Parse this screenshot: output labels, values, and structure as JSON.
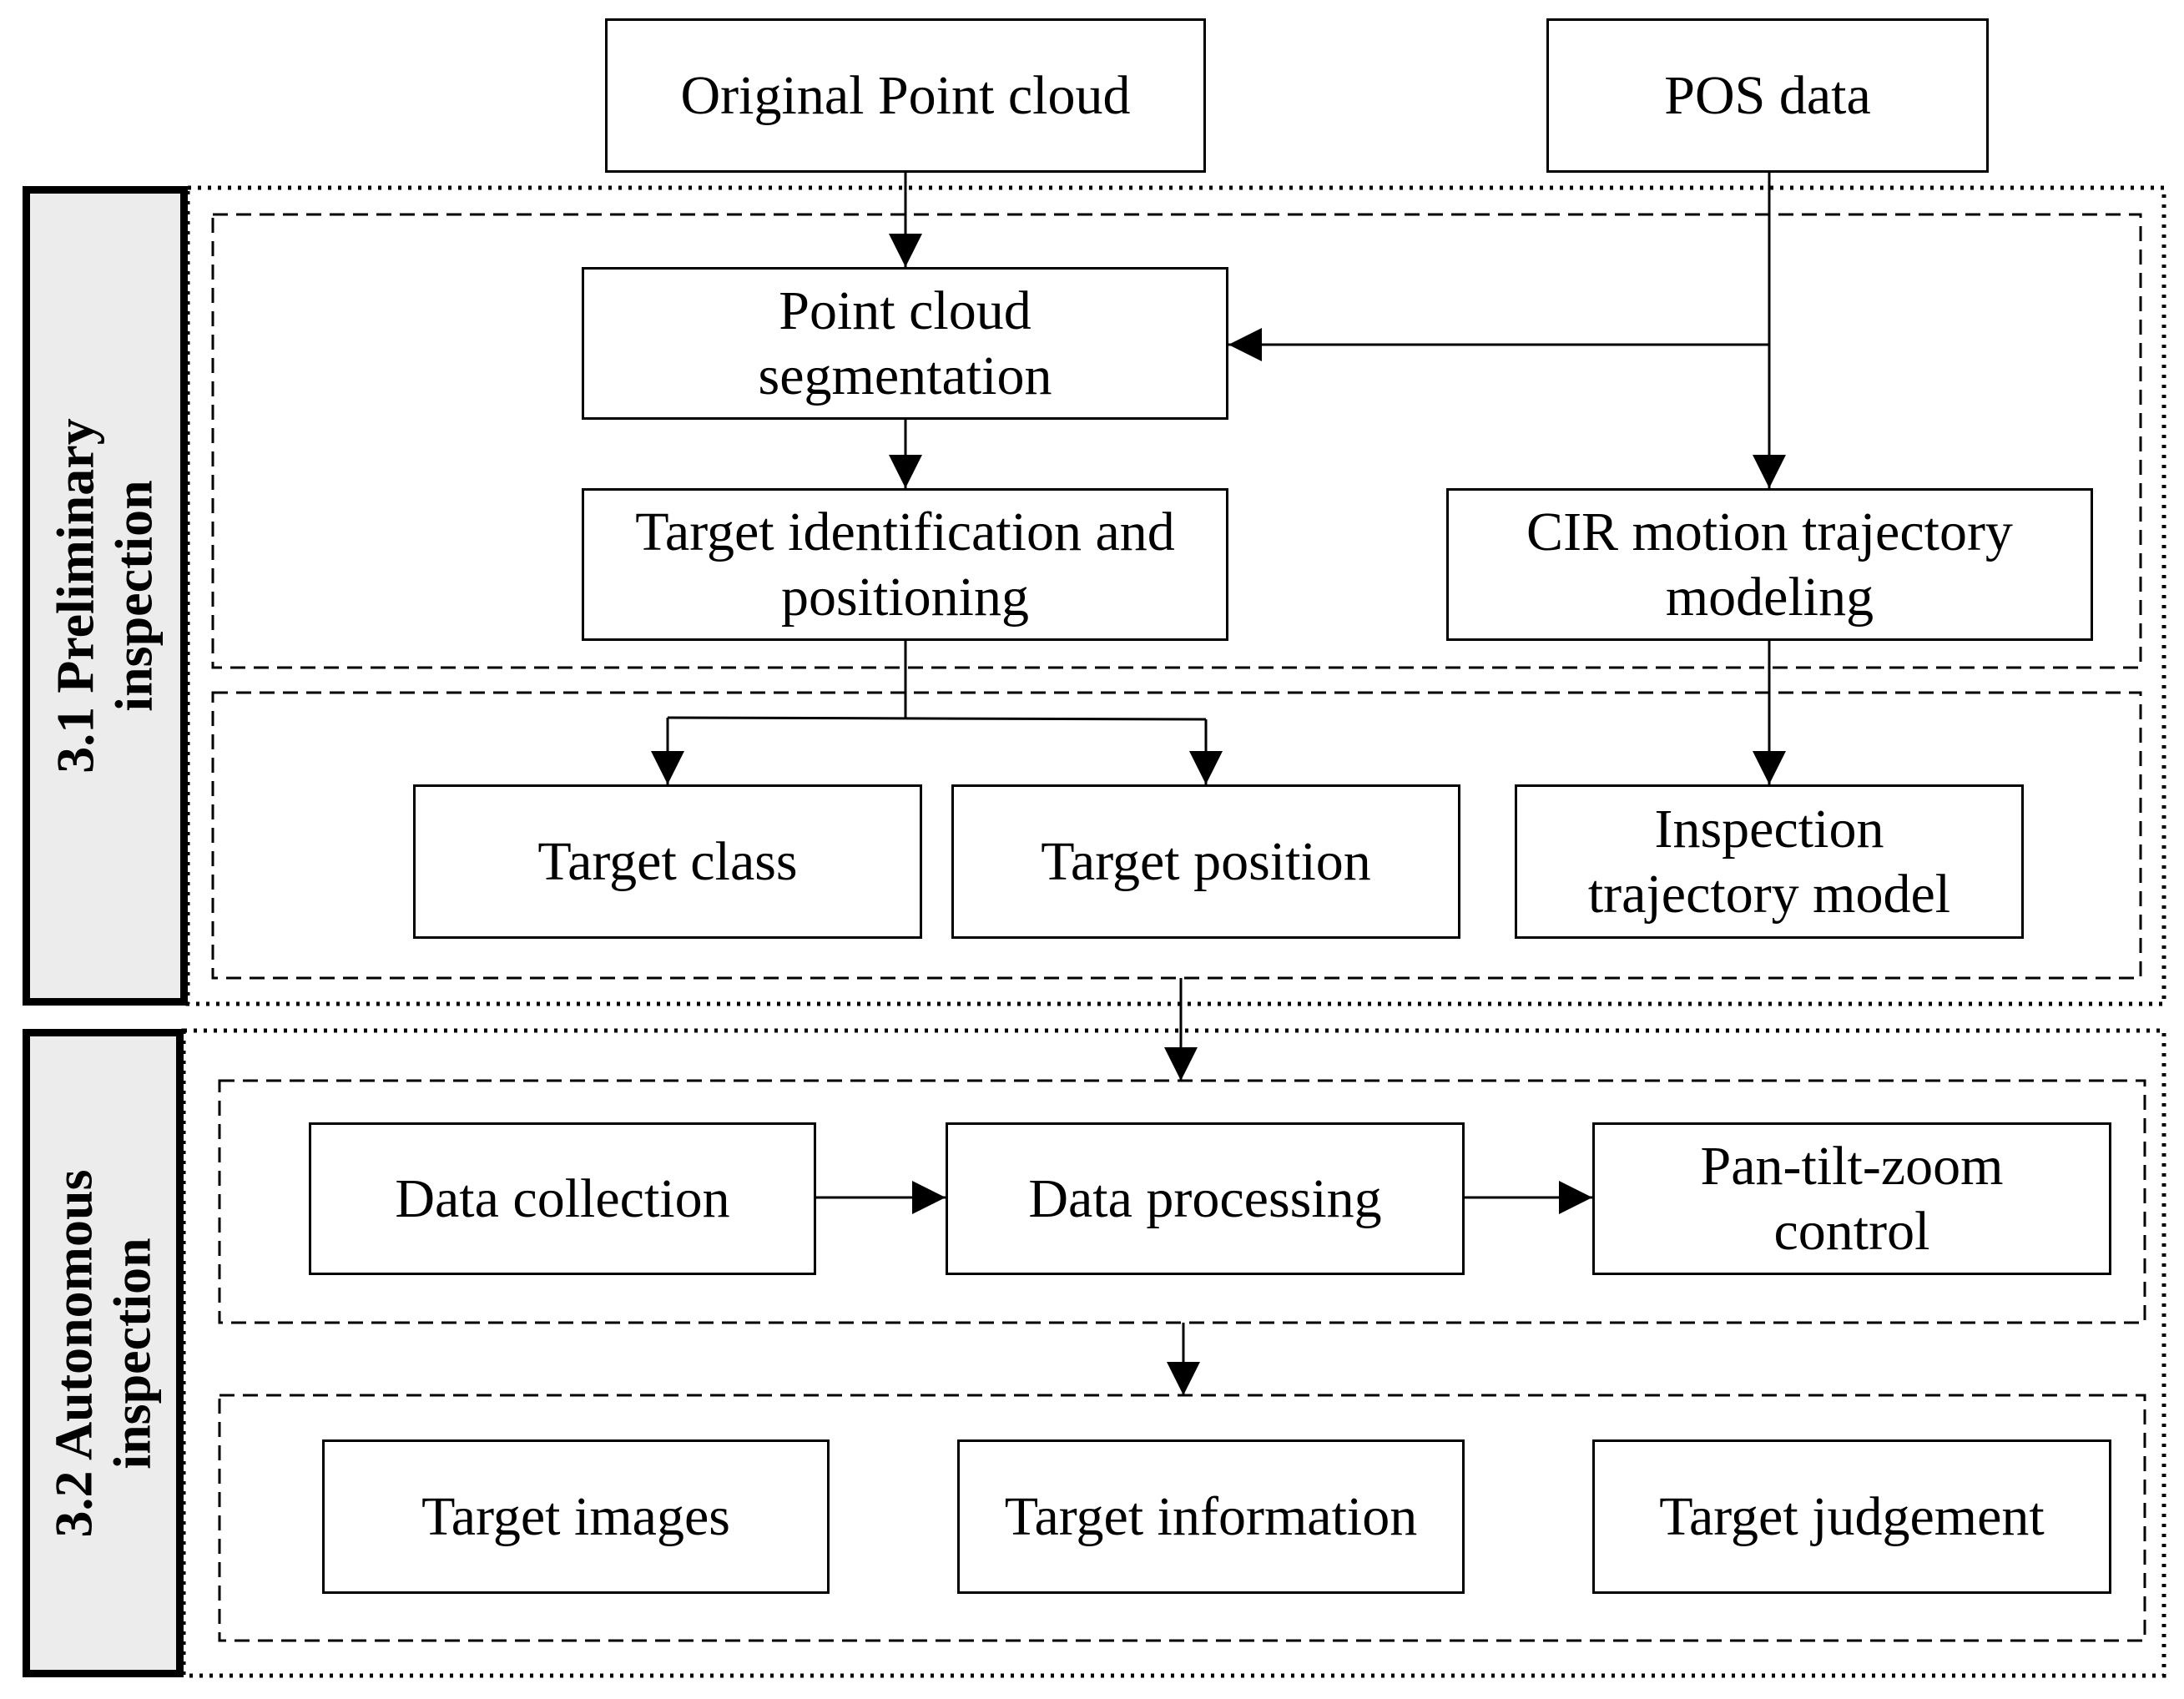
{
  "nodes": {
    "original_point_cloud": "Original Point cloud",
    "pos_data": "POS data",
    "point_cloud_segmentation": "Point cloud\nsegmentation",
    "target_identification": "Target identification and\npositioning",
    "cir_motion_modeling": "CIR motion trajectory\nmodeling",
    "target_class": "Target class",
    "target_position": "Target position",
    "inspection_trajectory_model": "Inspection\ntrajectory model",
    "data_collection": "Data collection",
    "data_processing": "Data processing",
    "ptz_control": "Pan-tilt-zoom\ncontrol",
    "target_images": "Target images",
    "target_information": "Target information",
    "target_judgement": "Target judgement"
  },
  "sections": {
    "preliminary": "3.1 Preliminary\ninspection",
    "autonomous": "3.2 Autonomous\ninspection"
  }
}
